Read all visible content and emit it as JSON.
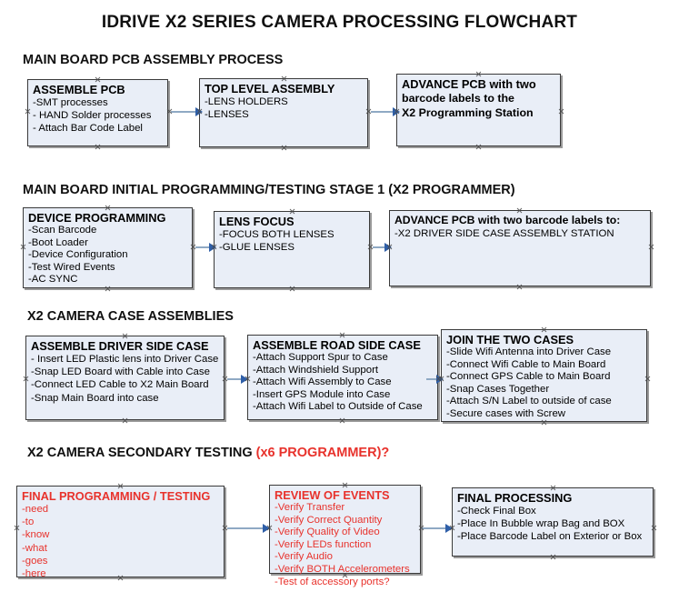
{
  "document": {
    "title": "IDRIVE X2  SERIES CAMERA PROCESSING FLOWCHART"
  },
  "sections": [
    {
      "id": "main-board-pcb-assembly",
      "heading": "MAIN BOARD PCB ASSEMBLY PROCESS",
      "heading_accent": "",
      "boxes": [
        {
          "title": "ASSEMBLE PCB",
          "lines": [
            "-SMT processes",
            "- HAND Solder processes",
            "- Attach Bar Code Label"
          ]
        },
        {
          "title": "TOP LEVEL ASSEMBLY",
          "lines": [
            "-LENS HOLDERS",
            "-LENSES"
          ]
        },
        {
          "title": "ADVANCE PCB with two",
          "lines": [
            "barcode labels to the",
            " X2 Programming Station"
          ]
        }
      ]
    },
    {
      "id": "main-board-initial-programming",
      "heading": "MAIN BOARD INITIAL PROGRAMMING/TESTING STAGE 1 (X2 PROGRAMMER)",
      "heading_accent": "",
      "boxes": [
        {
          "title": "DEVICE PROGRAMMING",
          "lines": [
            "-Scan Barcode",
            "-Boot Loader",
            "-Device Configuration",
            "-Test Wired Events",
            "-AC SYNC"
          ]
        },
        {
          "title": "LENS FOCUS",
          "lines": [
            "-FOCUS BOTH LENSES",
            "-GLUE LENSES"
          ]
        },
        {
          "title": "ADVANCE PCB with two barcode labels to:",
          "lines": [
            "-X2 DRIVER  SIDE  CASE  ASSEMBLY STATION"
          ]
        }
      ]
    },
    {
      "id": "x2-camera-case-assemblies",
      "heading": "X2 CAMERA CASE ASSEMBLIES",
      "heading_accent": "",
      "boxes": [
        {
          "title": "ASSEMBLE DRIVER SIDE CASE",
          "lines": [
            "- Insert LED Plastic lens into Driver Case",
            "-Snap LED Board with Cable into Case",
            "-Connect LED Cable to X2 Main Board",
            "-Snap Main Board into case"
          ]
        },
        {
          "title": "ASSEMBLE ROAD SIDE CASE",
          "lines": [
            "-Attach Support Spur to Case",
            "-Attach Windshield Support",
            "-Attach Wifi Assembly to Case",
            "-Insert GPS Module into Case",
            "-Attach Wifi Label to Outside of Case"
          ]
        },
        {
          "title": "JOIN THE TWO CASES",
          "lines": [
            "-Slide Wifi Antenna into Driver Case",
            "-Connect Wifi Cable to Main Board",
            "-Connect GPS Cable to Main Board",
            "-Snap Cases Together",
            "-Attach S/N Label to outside of case",
            "-Secure cases with Screw"
          ]
        }
      ]
    },
    {
      "id": "x2-camera-secondary-testing",
      "heading": "X2 CAMERA SECONDARY TESTING ",
      "heading_accent": "(x6 PROGRAMMER)?",
      "boxes": [
        {
          "title": "FINAL PROGRAMMING / TESTING",
          "lines": [
            "-need",
            "-to",
            "-know",
            "-what",
            "-goes",
            "-here"
          ]
        },
        {
          "title": "REVIEW OF EVENTS",
          "lines": [
            "-Verify Transfer",
            "-Verify Correct Quantity",
            "-Verify Quality of Video",
            "-Verify LEDs function",
            "-Verify Audio",
            "-Verify BOTH Accelerometers",
            "-Test of accessory ports?"
          ]
        },
        {
          "title": "FINAL PROCESSING",
          "lines": [
            " -Check Final Box",
            "-Place In Bubble wrap Bag and BOX",
            "-Place Barcode Label on Exterior or Box"
          ]
        }
      ]
    }
  ],
  "colors": {
    "box_fill": "#e9eef7",
    "box_border": "#3a3a3a",
    "accent_red": "#e8322c",
    "arrow_line": "#8fa9c4",
    "arrow_head": "#2f5fa8"
  }
}
